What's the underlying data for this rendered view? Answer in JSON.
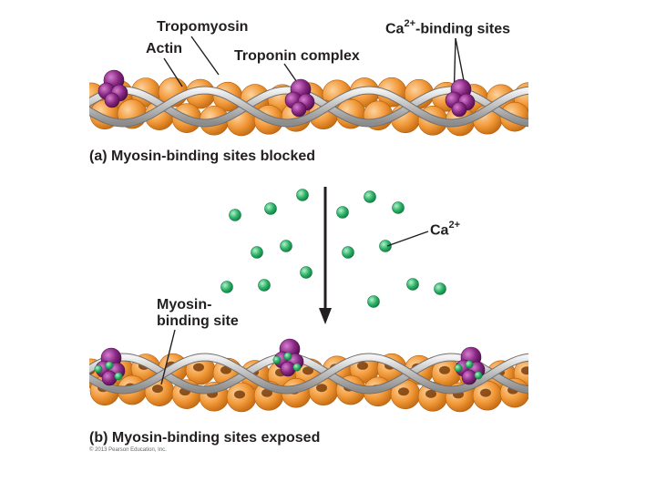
{
  "labels": {
    "tropomyosin": "Tropomyosin",
    "actin": "Actin",
    "troponin": "Troponin complex",
    "ca_sites_prefix": "Ca",
    "ca_sites_sup": "2+",
    "ca_sites_suffix": "-binding sites",
    "ca_prefix": "Ca",
    "ca_sup": "2+",
    "myosin_site_line1": "Myosin-",
    "myosin_site_line2": "binding site",
    "caption_a": "(a) Myosin-binding sites blocked",
    "caption_b": "(b) Myosin-binding sites exposed",
    "copyright": "© 2013 Pearson Education, Inc."
  },
  "colors": {
    "actin": "#f29a3a",
    "tropomyosin": "#c9c9c9",
    "troponin": "#8b2a85",
    "calcium": "#2fb56a",
    "text": "#231f20"
  }
}
